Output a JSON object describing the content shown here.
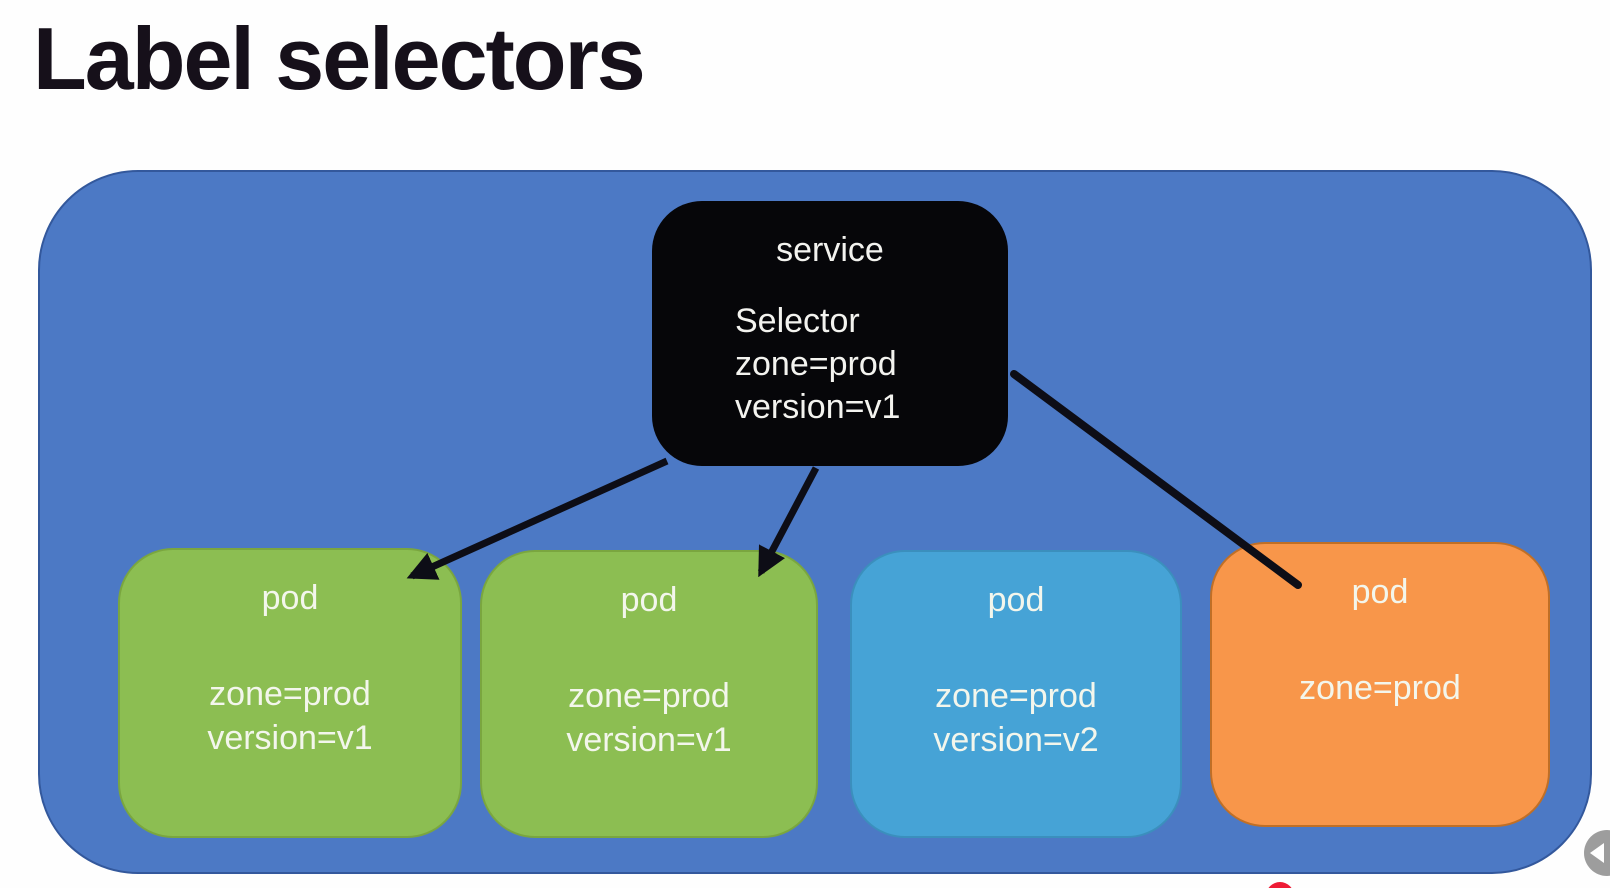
{
  "title": "Label selectors",
  "service": {
    "title": "service",
    "lines": [
      "Selector",
      "zone=prod",
      "version=v1"
    ]
  },
  "pods": [
    {
      "title": "pod",
      "lines": [
        "zone=prod",
        "version=v1"
      ],
      "color": "green"
    },
    {
      "title": "pod",
      "lines": [
        "zone=prod",
        "version=v1"
      ],
      "color": "green"
    },
    {
      "title": "pod",
      "lines": [
        "zone=prod",
        "version=v2"
      ],
      "color": "lightblue"
    },
    {
      "title": "pod",
      "lines": [
        "zone=prod"
      ],
      "color": "orange"
    }
  ],
  "connections": [
    {
      "from": "service",
      "to": "pod-1",
      "arrowhead": true
    },
    {
      "from": "service",
      "to": "pod-2",
      "arrowhead": true
    },
    {
      "from": "service",
      "to": "pod-4",
      "arrowhead": false
    }
  ],
  "colors": {
    "container": "#4c79c5",
    "container_border": "#33589c",
    "service_bg": "#060609",
    "pod_green": "#8cbe52",
    "pod_blue": "#46a3d6",
    "pod_orange": "#f8964a",
    "box_text": "#f3f3ef",
    "title_text": "#16101a",
    "arrow": "#0d0d16",
    "red_dot": "#ee1b35",
    "player_button": "#9d9d9d"
  }
}
